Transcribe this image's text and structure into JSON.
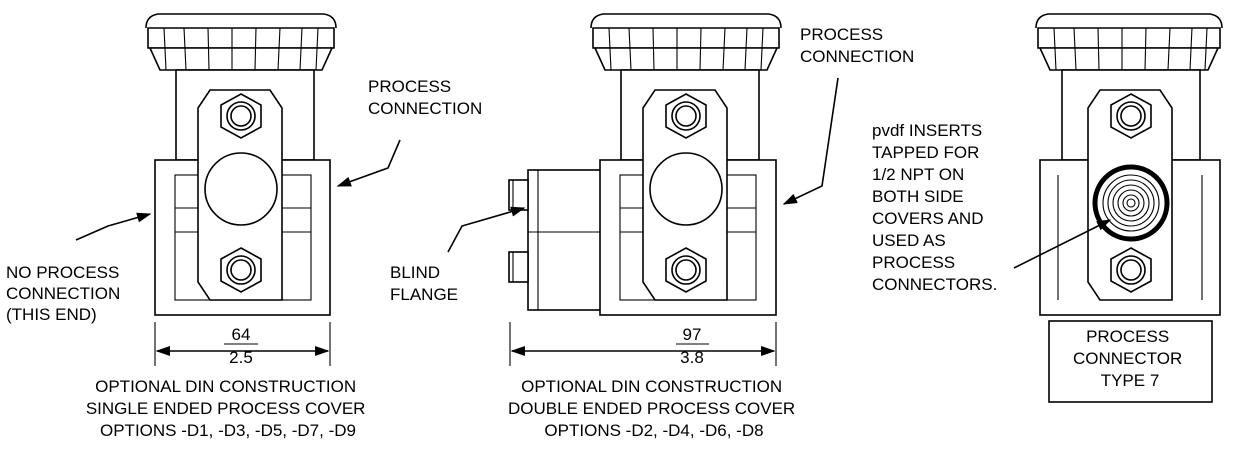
{
  "labels": {
    "process_connection_1": [
      "PROCESS",
      "CONNECTION"
    ],
    "no_process_connection": [
      "NO PROCESS",
      "CONNECTION",
      "(THIS END)"
    ],
    "dim_1": {
      "mm": "64",
      "in": "2.5"
    },
    "caption_1": [
      "OPTIONAL DIN CONSTRUCTION",
      "SINGLE ENDED PROCESS COVER",
      "OPTIONS -D1, -D3, -D5, -D7, -D9"
    ],
    "process_connection_2": [
      "PROCESS",
      "CONNECTION"
    ],
    "blind_flange": [
      "BLIND",
      "FLANGE"
    ],
    "dim_2": {
      "mm": "97",
      "in": "3.8"
    },
    "caption_2": [
      "OPTIONAL DIN CONSTRUCTION",
      "DOUBLE ENDED PROCESS COVER",
      "OPTIONS -D2, -D4, -D6, -D8"
    ],
    "pvdf_note": [
      "pvdf INSERTS",
      "TAPPED FOR",
      "1/2 NPT ON",
      "BOTH SIDE",
      "COVERS AND",
      "USED AS",
      "PROCESS",
      "CONNECTORS."
    ],
    "connector_box": [
      "PROCESS",
      "CONNECTOR",
      "TYPE 7"
    ]
  }
}
